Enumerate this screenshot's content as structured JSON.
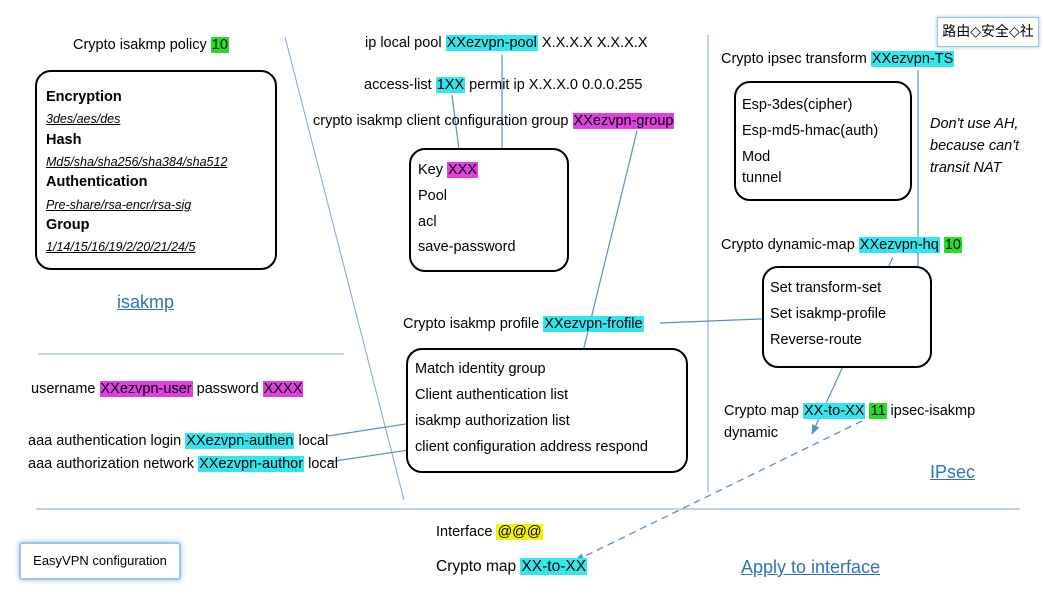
{
  "watermark": "路由◇安全◇社",
  "badge": "EasyVPN configuration",
  "isakmp": {
    "policy_label": "Crypto isakmp policy",
    "policy_num": "10",
    "encryption_h": "Encryption",
    "encryption_v": "3des/aes/des",
    "hash_h": "Hash",
    "hash_v": "Md5/sha/sha256/sha384/sha512",
    "auth_h": "Authentication",
    "auth_v": "Pre-share/rsa-encr/rsa-sig",
    "group_h": "Group",
    "group_v": "1/14/15/16/19/2/20/21/24/5",
    "section": "isakmp"
  },
  "middle": {
    "pool_label": "ip local pool",
    "pool_name": "XXezvpn-pool",
    "pool_range": "X.X.X.X X.X.X.X",
    "acl_label": "access-list",
    "acl_num": "1XX",
    "acl_rest": "permit ip X.X.X.0 0.0.0.255",
    "group_label": "crypto isakmp client configuration group",
    "group_name": "XXezvpn-group",
    "key_label": "Key",
    "key_val": "XXX",
    "pool_item": "Pool",
    "acl_item": "acl",
    "savepw_item": "save-password",
    "profile_label": "Crypto isakmp profile",
    "profile_name": "XXezvpn-frofile",
    "match": "Match identity group",
    "client_auth": "Client authentication list",
    "isakmp_author": "isakmp authorization list",
    "client_conf": "client configuration address respond"
  },
  "aaa": {
    "user_label": "username",
    "user_name": "XXezvpn-user",
    "pw_label": "password",
    "pw_val": "XXXX",
    "authen_label": "aaa authentication login",
    "authen_name": "XXezvpn-authen",
    "authen_local": "local",
    "author_label": "aaa authorization network",
    "author_name": "XXezvpn-author",
    "author_local": "local"
  },
  "ipsec": {
    "ts_label": "Crypto ipsec transform",
    "ts_name": "XXezvpn-TS",
    "esp_cipher": "Esp-3des(cipher)",
    "esp_auth": "Esp-md5-hmac(auth)",
    "mod": "Mod",
    "tunnel": "tunnel",
    "note": "Don't use AH, because can't transit NAT",
    "dyn_label": "Crypto dynamic-map",
    "dyn_name": "XXezvpn-hq",
    "dyn_num": "10",
    "set_ts": "Set transform-set",
    "set_profile": "Set isakmp-profile",
    "reverse": "Reverse-route",
    "cmap_label": "Crypto map",
    "cmap_name": "XX-to-XX",
    "cmap_num": "11",
    "cmap_rest": "ipsec-isakmp",
    "cmap_dynamic": "dynamic",
    "section": "IPsec"
  },
  "iface": {
    "label": "Interface",
    "name": "@@@",
    "cmap_label": "Crypto map",
    "cmap_name": "XX-to-XX",
    "section": "Apply to interface"
  },
  "colors": {
    "cyan": "#33e6ee",
    "magenta": "#e040e0",
    "green": "#22e022",
    "yellow": "#f4f400",
    "arrow": "#5b8fc7",
    "link": "#2e75b6"
  }
}
